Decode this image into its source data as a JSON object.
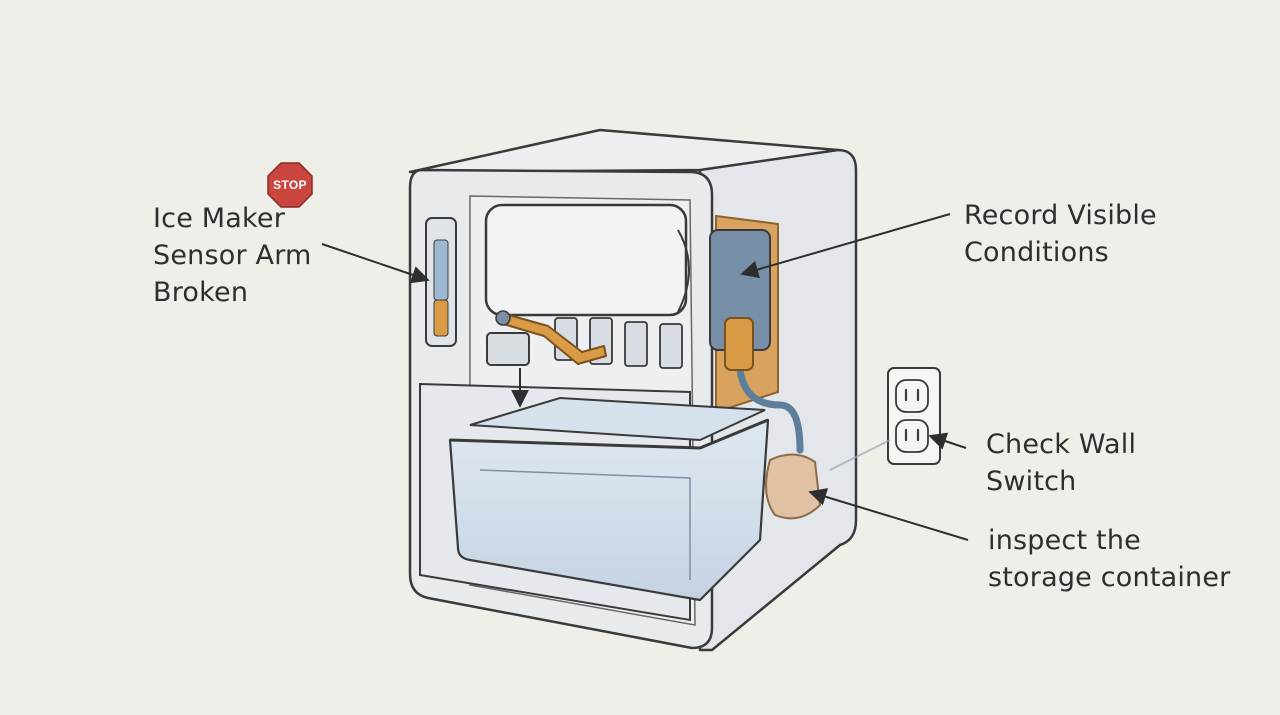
{
  "labels": {
    "sensor": {
      "lines": [
        "Ice Maker",
        "Sensor Arm",
        "Broken"
      ]
    },
    "record": {
      "lines": [
        "Record Visible",
        "Conditions"
      ]
    },
    "wall": {
      "lines": [
        "Check Wall",
        "Switch"
      ]
    },
    "inspect": {
      "lines": [
        "inspect the",
        "storage container"
      ]
    }
  },
  "stop_sign": {
    "text": "STOP",
    "color": "#c9453e"
  },
  "colors": {
    "background": "#efefea",
    "line": "#3a3a3a",
    "cabinet": "#e4e8ec",
    "bin_fill": "#cfdbe8",
    "copper": "#d9a35f",
    "pipe_blue": "#5e7f9c"
  }
}
